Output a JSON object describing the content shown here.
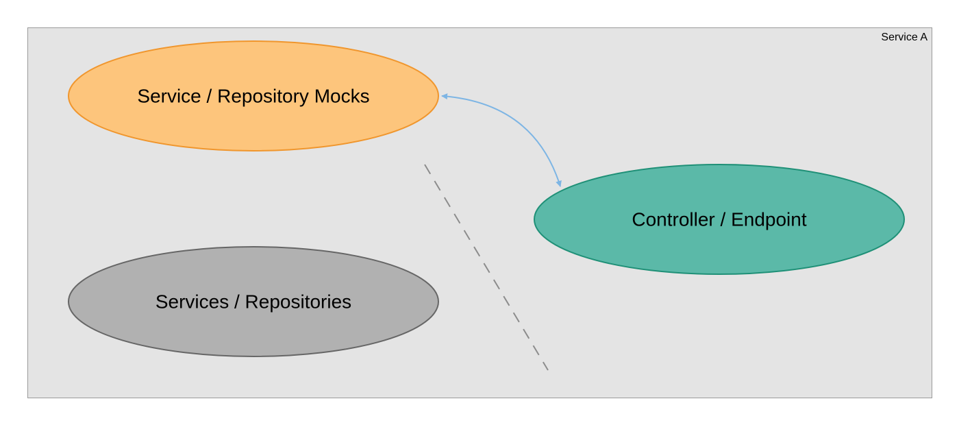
{
  "container": {
    "label": "Service A",
    "fill": "#e4e4e4",
    "stroke": "#9a9a9a"
  },
  "nodes": {
    "mocks": {
      "label": "Service / Repository Mocks",
      "fill": "#fdc57c",
      "stroke": "#f0962d"
    },
    "controller": {
      "label": "Controller / Endpoint",
      "fill": "#5bb9a8",
      "stroke": "#1f9077"
    },
    "services": {
      "label": "Services / Repositories",
      "fill": "#b1b1b1",
      "stroke": "#666666"
    }
  },
  "connectors": {
    "mock_link": {
      "type": "bidirectional-arrow",
      "from": "mocks",
      "to": "controller",
      "color": "#7db5e4"
    },
    "boundary": {
      "type": "dashed-line",
      "color": "#8c8c8c"
    }
  }
}
